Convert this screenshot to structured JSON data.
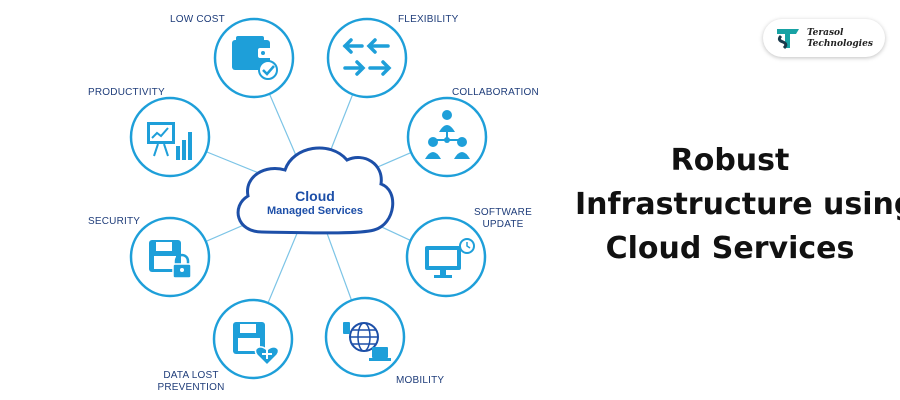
{
  "diagram": {
    "center": {
      "line1": "Cloud",
      "line2": "Managed Services"
    },
    "nodes": [
      {
        "label": "LOW COST",
        "icon": "wallet-check-icon"
      },
      {
        "label": "FLEXIBILITY",
        "icon": "arrows-exchange-icon"
      },
      {
        "label": "COLLABORATION",
        "icon": "team-network-icon"
      },
      {
        "label": "SOFTWARE UPDATE",
        "line1": "SOFTWARE",
        "line2": "UPDATE",
        "icon": "monitor-clock-icon"
      },
      {
        "label": "MOBILITY",
        "icon": "globe-devices-icon"
      },
      {
        "label": "DATA LOST PREVENTION",
        "line1": "DATA LOST",
        "line2": "PREVENTION",
        "icon": "floppy-heart-icon"
      },
      {
        "label": "SECURITY",
        "icon": "floppy-lock-icon"
      },
      {
        "label": "PRODUCTIVITY",
        "icon": "growth-chart-icon"
      }
    ],
    "colors": {
      "accent": "#1e9fd9",
      "dark_blue": "#1d4fa8",
      "line": "#7cc4e6"
    }
  },
  "heading": {
    "line1": "Robust",
    "line2": "Infrastructure using",
    "line3": "Cloud Services"
  },
  "logo": {
    "line1": "Terasol",
    "line2": "Technologies",
    "icon": "terasol-logo-icon",
    "colors": {
      "primary": "#17a2a4",
      "secondary": "#1b3a4b"
    }
  }
}
